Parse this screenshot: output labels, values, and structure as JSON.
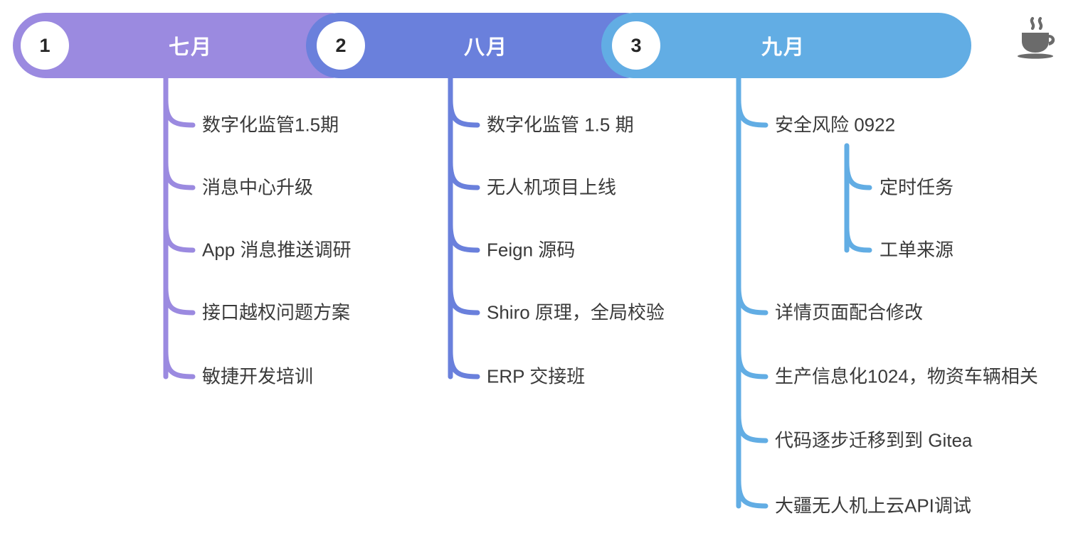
{
  "diagram": {
    "type": "timeline-mindmap",
    "title_icon": "coffee-cup-icon"
  },
  "header": {
    "segments": [
      {
        "step": "1",
        "label": "七月",
        "color": "#9b8ae0"
      },
      {
        "step": "2",
        "label": "八月",
        "color": "#6a80dc"
      },
      {
        "step": "3",
        "label": "九月",
        "color": "#62ade4"
      }
    ]
  },
  "columns": [
    {
      "month": "七月",
      "color": "#9b8ae0",
      "items": [
        {
          "text": "数字化监管1.5期"
        },
        {
          "text": "消息中心升级"
        },
        {
          "text": "App 消息推送调研"
        },
        {
          "text": "接口越权问题方案"
        },
        {
          "text": "敏捷开发培训"
        }
      ]
    },
    {
      "month": "八月",
      "color": "#6a80dc",
      "items": [
        {
          "text": "数字化监管 1.5 期"
        },
        {
          "text": "无人机项目上线"
        },
        {
          "text": "Feign 源码"
        },
        {
          "text": "Shiro 原理，全局校验"
        },
        {
          "text": "ERP 交接班"
        }
      ]
    },
    {
      "month": "九月",
      "color": "#62ade4",
      "items": [
        {
          "text": "安全风险 0922",
          "children": [
            {
              "text": "定时任务"
            },
            {
              "text": "工单来源"
            }
          ]
        },
        {
          "text": "详情页面配合修改"
        },
        {
          "text": "生产信息化1024，物资车辆相关"
        },
        {
          "text": "代码逐步迁移到到 Gitea"
        },
        {
          "text": "大疆无人机上云API调试"
        }
      ]
    }
  ]
}
